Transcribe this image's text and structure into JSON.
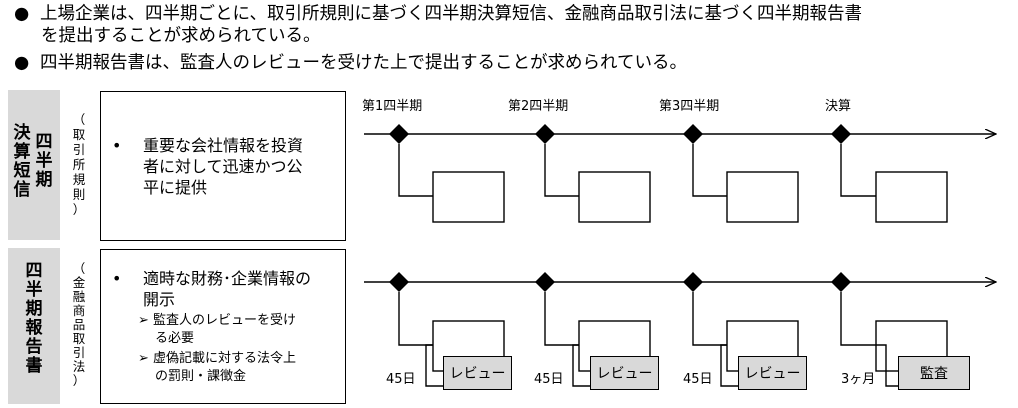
{
  "bullets": {
    "b1_line1": "上場企業は、四半期ごとに、取引所規則に基づく四半期決算短信、金融商品取引法に基づく四半期報告書",
    "b1_line2": "を提出することが求められている。",
    "b2": "四半期報告書は、監査人のレビューを受けた上で提出することが求められている。",
    "marker": "●"
  },
  "row1": {
    "title_col1": [
      "決",
      "算",
      "短",
      "信"
    ],
    "title_col2": [
      "四",
      "半",
      "期"
    ],
    "source": [
      "（",
      "取",
      "引",
      "所",
      "規",
      "則",
      "）"
    ],
    "bullet": "•",
    "desc": [
      "重要な会社情報を投資",
      "者に対して迅速かつ公",
      "平に提供"
    ]
  },
  "row2": {
    "title": [
      "四",
      "半",
      "期",
      "報",
      "告",
      "書"
    ],
    "source": [
      "（",
      "金",
      "融",
      "商",
      "品",
      "取",
      "引",
      "法",
      "）"
    ],
    "bullet": "•",
    "desc": [
      "適時な財務･企業情報の",
      "開示"
    ],
    "sub_marker": "➢",
    "subs": [
      [
        "監査人のレビューを受け",
        "る必要"
      ],
      [
        "虚偽記載に対する法令上",
        "の罰則・課徴金"
      ]
    ]
  },
  "timeline": {
    "labels": [
      "第1四半期",
      "第2四半期",
      "第3四半期",
      "決算"
    ],
    "durations": [
      "45日",
      "45日",
      "45日",
      "3ヶ月"
    ],
    "review_labels": [
      "レビュー",
      "レビュー",
      "レビュー",
      "監査"
    ]
  }
}
